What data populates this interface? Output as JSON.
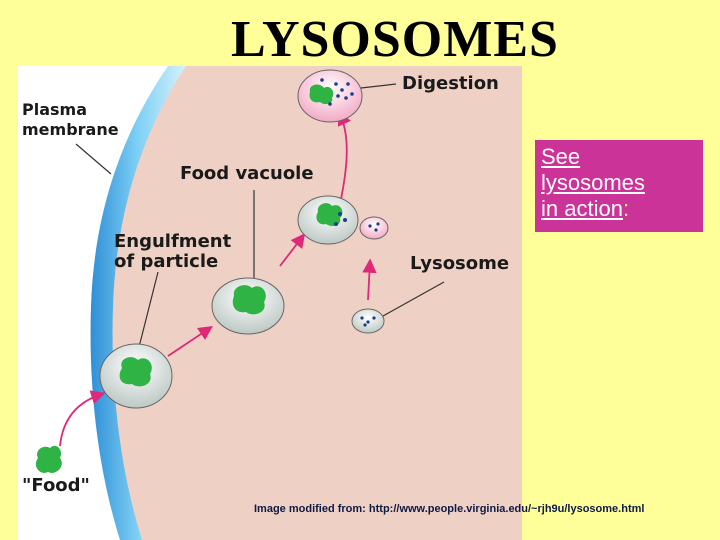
{
  "title": "LYSOSOMES",
  "diagram": {
    "labels": {
      "plasma_membrane": [
        "Plasma",
        "membrane"
      ],
      "food_vacuole": "Food vacuole",
      "engulfment": [
        "Engulfment",
        "of particle"
      ],
      "lysosome": "Lysosome",
      "digestion": "Digestion",
      "food": "\"Food\""
    },
    "credit": "Image modified  from: http://www.people.virginia.edu/~rjh9u/lysosome.html"
  },
  "link_box": {
    "line1": "See",
    "line2": "lysosomes",
    "line3": "in action",
    "colon": ":"
  },
  "colors": {
    "background": "#ffff99",
    "figure_background": "#efd0c4",
    "membrane": "#5ab4e6",
    "arrow": "#e0287a",
    "food": "#2fb344",
    "link_box": "#cc3399"
  }
}
